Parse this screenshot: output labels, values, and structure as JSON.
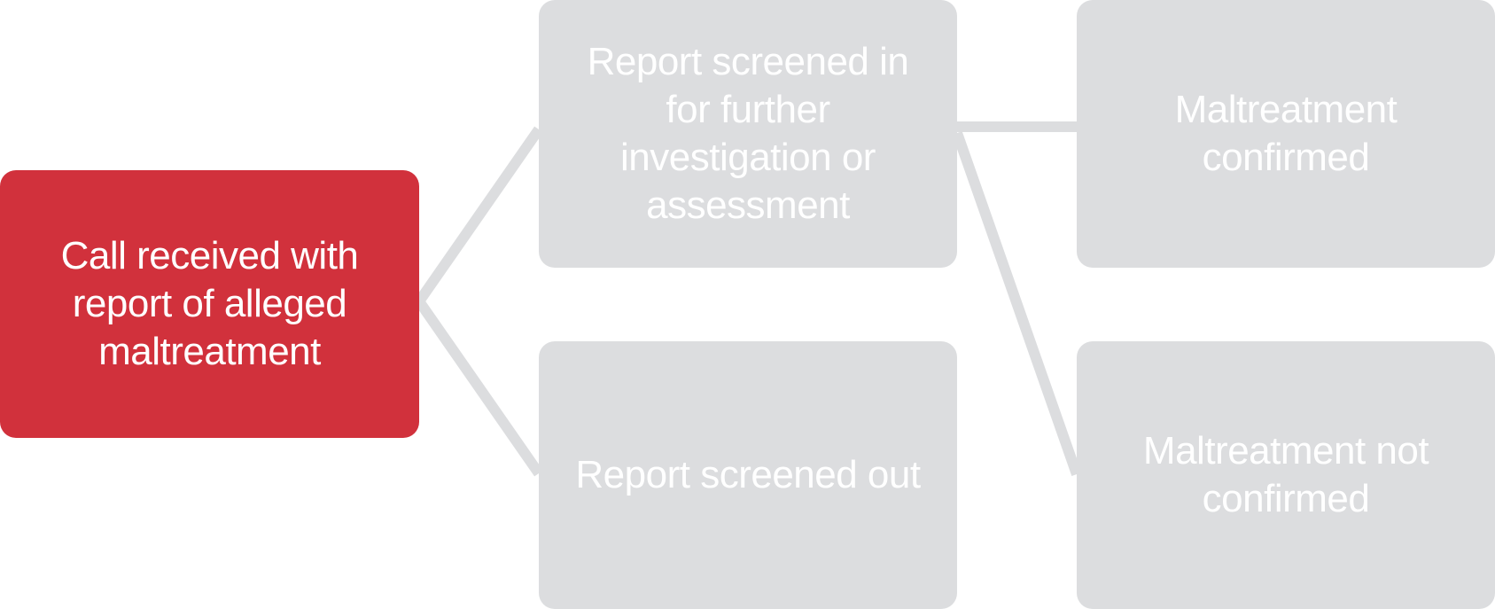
{
  "colors": {
    "start_node": "#d1313c",
    "outcome_node": "#dcdddf",
    "connector": "#dcdddf",
    "text": "#ffffff"
  },
  "nodes": {
    "start": "Call received with report of alleged maltreatment",
    "screened_in": "Report screened in for further investigation or assessment",
    "screened_out": "Report screened out",
    "confirmed": "Maltreatment confirmed",
    "not_confirmed": "Maltreatment not confirmed"
  }
}
